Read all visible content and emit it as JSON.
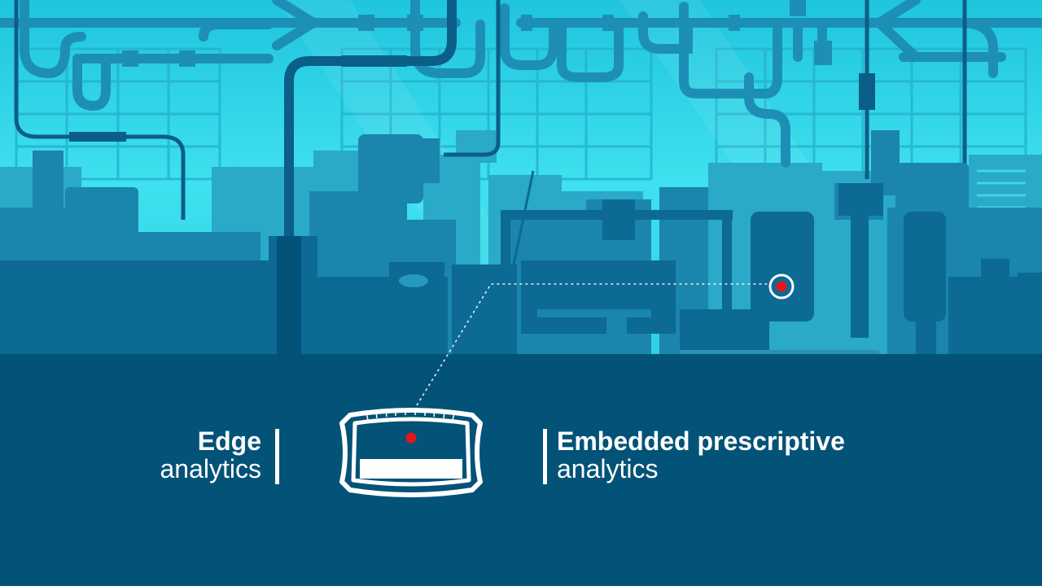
{
  "left_label": {
    "title": "Edge",
    "subtitle": "analytics"
  },
  "right_label": {
    "title": "Embedded prescriptive",
    "subtitle": "analytics"
  },
  "colors": {
    "ground": "#035378",
    "sky_light": "#3fe0ef",
    "sky_mid": "#2ab6d1",
    "silhouette_far": "#1f93b8",
    "silhouette_mid": "#167aa3",
    "silhouette_near": "#0a6590",
    "pipe": "#0b5e88",
    "accent_red": "#e8141c",
    "white": "#ffffff"
  },
  "icons": {
    "sensor_marker": "sensor-target-icon",
    "device": "edge-device-icon"
  }
}
